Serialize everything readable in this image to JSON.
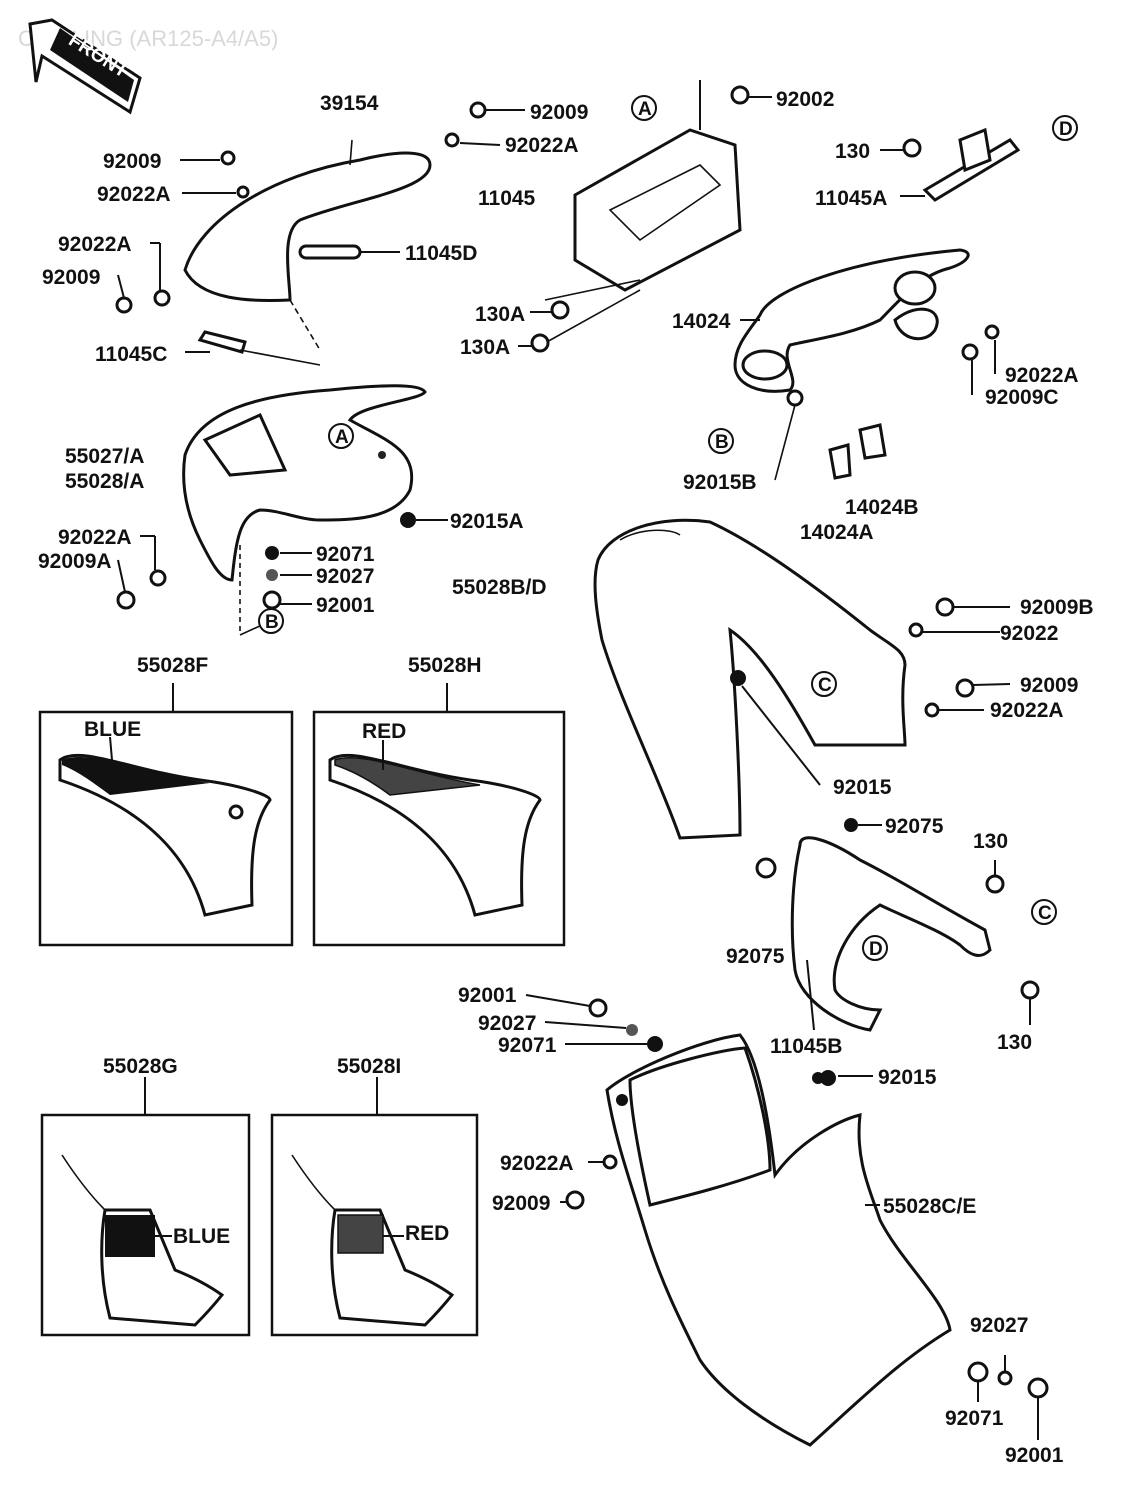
{
  "title": "COWLING (AR125-A4/A5)",
  "front_badge": "FRONT",
  "circle_markers": {
    "a": "A",
    "b": "B",
    "c": "C",
    "d": "D"
  },
  "labels": {
    "l39154": "39154",
    "l92009_top": "92009",
    "l92022a_top": "92022A",
    "l92009_left": "92009",
    "l92022a_left": "92022A",
    "l92022a_left2": "92022A",
    "l92009_left2": "92009",
    "l11045d": "11045D",
    "l11045c": "11045C",
    "l55027a": "55027/A",
    "l55028a": "55028/A",
    "l92015a": "92015A",
    "l92022a_mid": "92022A",
    "l92009a": "92009A",
    "l92071": "92071",
    "l92027": "92027",
    "l92001": "92001",
    "l92002": "92002",
    "l11045": "11045",
    "l130a_1": "130A",
    "l130a_2": "130A",
    "l130_top": "130",
    "l11045a": "11045A",
    "l14024": "14024",
    "l92022a_right": "92022A",
    "l92009c": "92009C",
    "l92015b": "92015B",
    "l14024b": "14024B",
    "l14024a": "14024A",
    "l55028bd": "55028B/D",
    "l92009b": "92009B",
    "l92022": "92022",
    "l92009_r2": "92009",
    "l92022a_r2": "92022A",
    "l92015": "92015",
    "l92075_top": "92075",
    "l92075_left": "92075",
    "l130_mid": "130",
    "l130_low": "130",
    "l11045b": "11045B",
    "l92001_low": "92001",
    "l92027_low": "92027",
    "l92071_low": "92071",
    "l92015_low": "92015",
    "l92022a_low": "92022A",
    "l92009_low": "92009",
    "l55028ce": "55028C/E",
    "l92027_br": "92027",
    "l92071_br": "92071",
    "l92001_br": "92001"
  },
  "insets": {
    "f": {
      "label": "55028F",
      "color_name": "BLUE"
    },
    "h": {
      "label": "55028H",
      "color_name": "RED"
    },
    "g": {
      "label": "55028G",
      "color_name": "BLUE"
    },
    "i": {
      "label": "55028I",
      "color_name": "RED"
    }
  }
}
